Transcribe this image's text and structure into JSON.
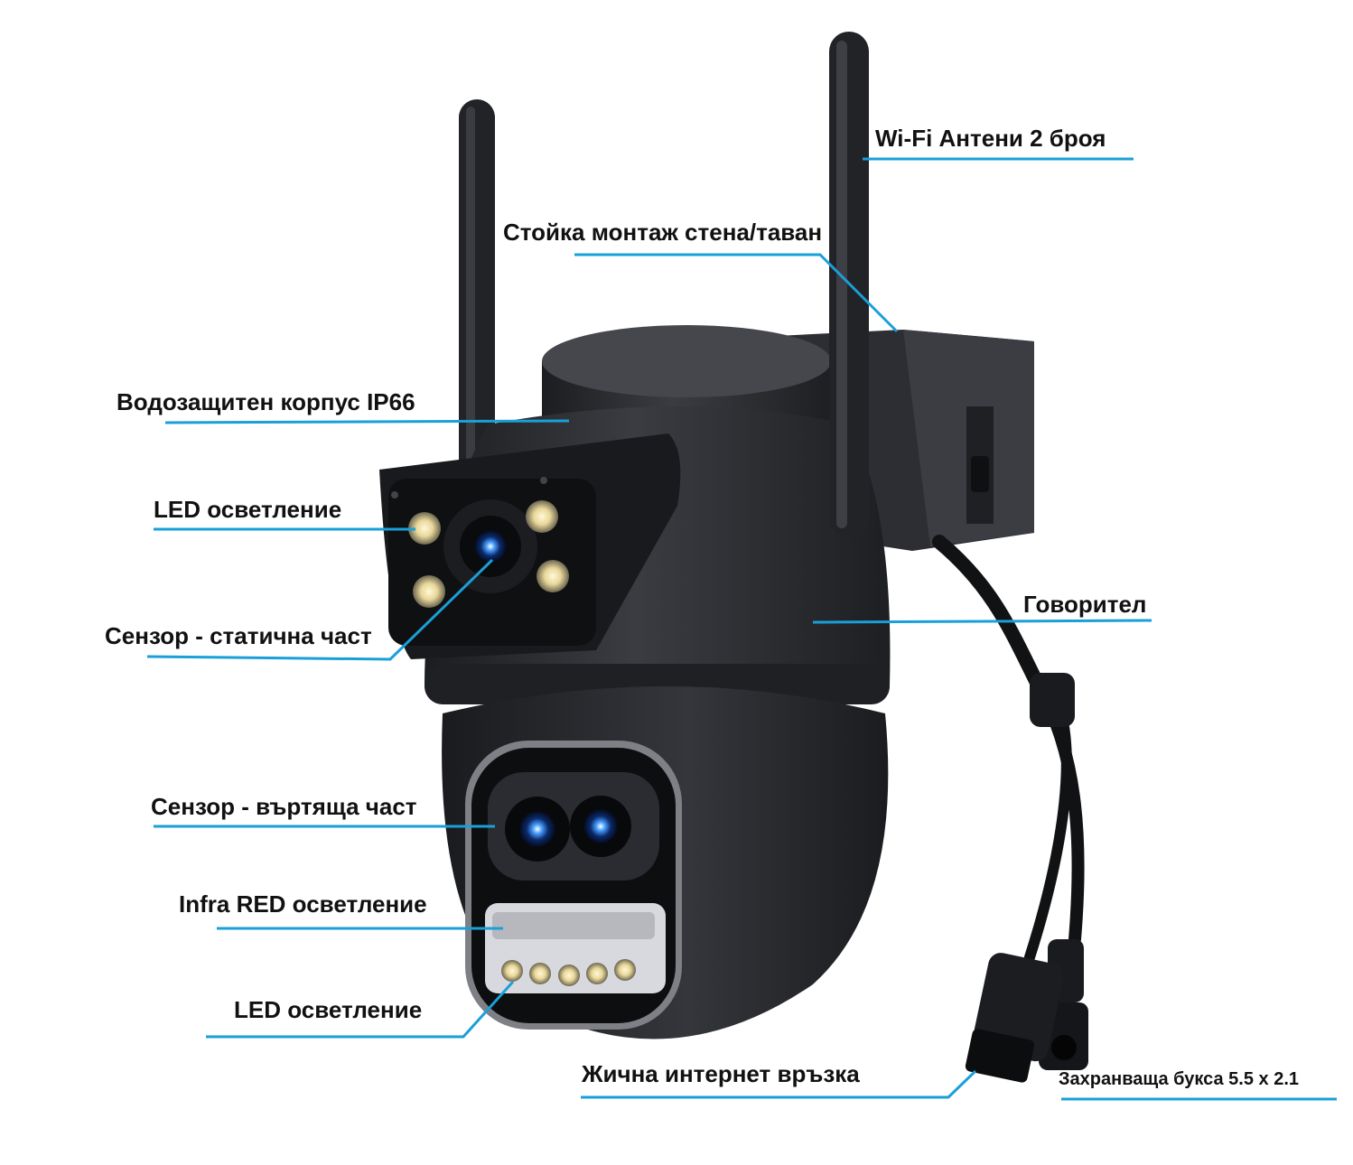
{
  "labels": {
    "wifi_antennas": "Wi-Fi Антени 2 броя",
    "mount_bracket": "Стойка монтаж стена/таван",
    "waterproof_housing": "Водозащитен корпус IP66",
    "led_top": "LED осветление",
    "sensor_static": "Сензор - статична част",
    "speaker": "Говорител",
    "sensor_rotating": "Сензор - въртяща част",
    "infrared": "Infra RED осветление",
    "led_bottom": "LED осветление",
    "ethernet": "Жична интернет връзка",
    "power_jack": "Захранваща букса 5.5 х 2.1"
  },
  "colors": {
    "leader_line": "#1a9fd8",
    "camera_body": "#2b2d31",
    "camera_dark": "#17181b",
    "label_text": "#111111"
  }
}
